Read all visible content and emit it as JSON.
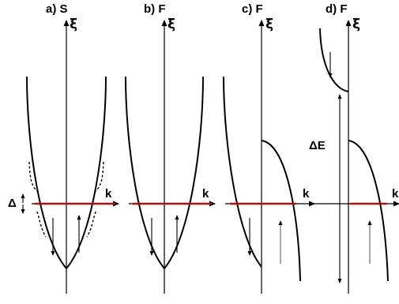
{
  "panels": [
    {
      "title": "a) S",
      "axis_label": "ξ",
      "k_label": "k",
      "side_label": "Δ"
    },
    {
      "title": "b) F",
      "axis_label": "ξ",
      "k_label": "k"
    },
    {
      "title": "c) F",
      "axis_label": "ξ",
      "k_label": "k"
    },
    {
      "title": "d) F",
      "axis_label": "ξ",
      "k_label": "k",
      "side_label": "ΔE"
    }
  ],
  "colors": {
    "fermi_level": "#b01010",
    "ink": "#000000"
  }
}
